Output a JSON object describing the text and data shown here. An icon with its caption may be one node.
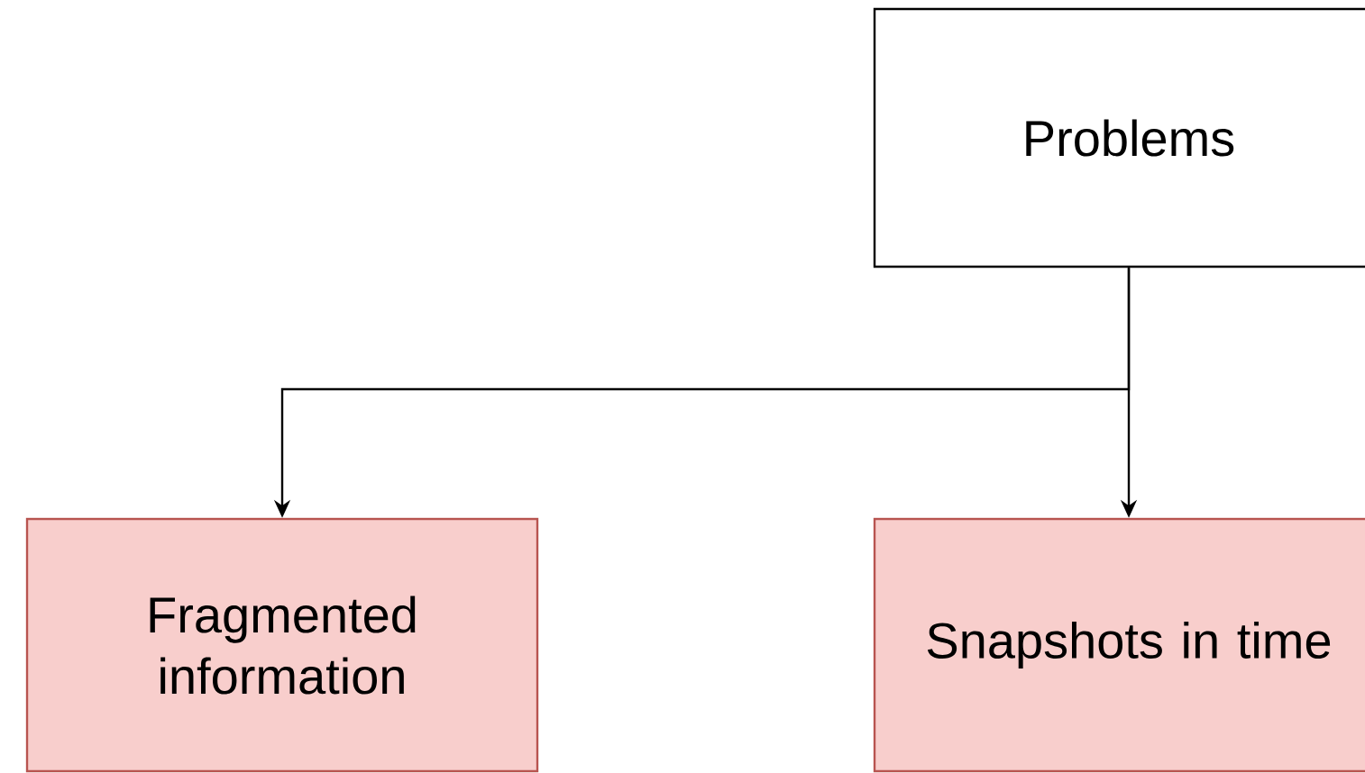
{
  "diagram": {
    "nodes": [
      {
        "text": [
          "Problems"
        ]
      },
      {
        "text": [
          "Fragmented information"
        ]
      },
      {
        "text": [
          "Snapshots in time"
        ]
      }
    ],
    "edges": [
      {
        "from": 0,
        "to": 1,
        "arrow": "to"
      },
      {
        "from": 0,
        "to": 2,
        "arrow": "to"
      }
    ]
  }
}
